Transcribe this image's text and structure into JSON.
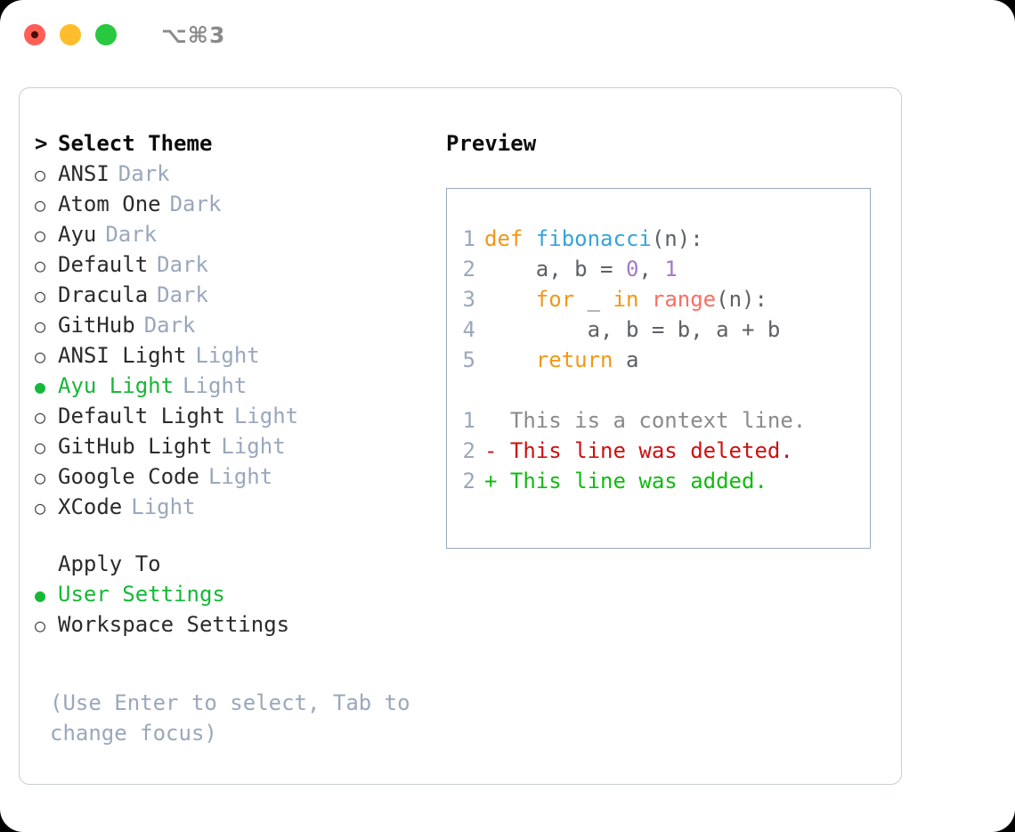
{
  "titlebar": {
    "shortcut": "⌥⌘3",
    "lights": [
      "close-red",
      "minimize-yellow",
      "zoom-green"
    ]
  },
  "left": {
    "header": {
      "marker": ">",
      "label": "Select Theme"
    },
    "themes": [
      {
        "marker": "○",
        "name": "ANSI",
        "tag": "Dark",
        "selected": false
      },
      {
        "marker": "○",
        "name": "Atom One",
        "tag": "Dark",
        "selected": false
      },
      {
        "marker": "○",
        "name": "Ayu",
        "tag": "Dark",
        "selected": false
      },
      {
        "marker": "○",
        "name": "Default",
        "tag": "Dark",
        "selected": false
      },
      {
        "marker": "○",
        "name": "Dracula",
        "tag": "Dark",
        "selected": false
      },
      {
        "marker": "○",
        "name": "GitHub",
        "tag": "Dark",
        "selected": false
      },
      {
        "marker": "○",
        "name": "ANSI Light",
        "tag": "Light",
        "selected": false
      },
      {
        "marker": "●",
        "name": "Ayu Light",
        "tag": "Light",
        "selected": true
      },
      {
        "marker": "○",
        "name": "Default Light",
        "tag": "Light",
        "selected": false
      },
      {
        "marker": "○",
        "name": "GitHub Light",
        "tag": "Light",
        "selected": false
      },
      {
        "marker": "○",
        "name": "Google Code",
        "tag": "Light",
        "selected": false
      },
      {
        "marker": "○",
        "name": "XCode",
        "tag": "Light",
        "selected": false
      }
    ],
    "apply_to": {
      "header": "Apply To",
      "options": [
        {
          "marker": "●",
          "label": "User Settings",
          "selected": true
        },
        {
          "marker": "○",
          "label": "Workspace Settings",
          "selected": false
        }
      ]
    },
    "hint": "(Use Enter to select, Tab to change focus)"
  },
  "preview": {
    "title": "Preview",
    "code_lines": [
      {
        "number": "1",
        "tokens": [
          {
            "text": "def ",
            "type": "kw"
          },
          {
            "text": "fibonacci",
            "type": "fn"
          },
          {
            "text": "(n):",
            "type": "plain"
          }
        ]
      },
      {
        "number": "2",
        "tokens": [
          {
            "text": "    a, b = ",
            "type": "plain"
          },
          {
            "text": "0",
            "type": "num"
          },
          {
            "text": ", ",
            "type": "plain"
          },
          {
            "text": "1",
            "type": "num"
          }
        ]
      },
      {
        "number": "3",
        "tokens": [
          {
            "text": "    ",
            "type": "plain"
          },
          {
            "text": "for",
            "type": "kw"
          },
          {
            "text": " _ ",
            "type": "plain"
          },
          {
            "text": "in",
            "type": "kw"
          },
          {
            "text": " ",
            "type": "plain"
          },
          {
            "text": "range",
            "type": "builtin"
          },
          {
            "text": "(n):",
            "type": "plain"
          }
        ]
      },
      {
        "number": "4",
        "tokens": [
          {
            "text": "        a, b = b, a + b",
            "type": "plain"
          }
        ]
      },
      {
        "number": "5",
        "tokens": [
          {
            "text": "    ",
            "type": "plain"
          },
          {
            "text": "return",
            "type": "kw"
          },
          {
            "text": " a",
            "type": "plain"
          }
        ]
      }
    ],
    "diff_lines": [
      {
        "number": "1",
        "prefix": "  ",
        "text": "This is a context line.",
        "kind": "context"
      },
      {
        "number": "2",
        "prefix": "- ",
        "text": "This line was deleted.",
        "kind": "deleted"
      },
      {
        "number": "2",
        "prefix": "+ ",
        "text": "This line was added.",
        "kind": "added"
      }
    ]
  },
  "colors": {
    "accent_green": "#16b837",
    "muted": "#9aa7bc",
    "keyword": "#f29718",
    "function": "#36a3d9",
    "number": "#a37acc",
    "builtin": "#fa6e63",
    "diff_deleted": "#cc1111",
    "diff_added": "#11bb11",
    "traffic_red": "#ff5f57",
    "traffic_yellow": "#ffbd2e",
    "traffic_green": "#28c840"
  }
}
